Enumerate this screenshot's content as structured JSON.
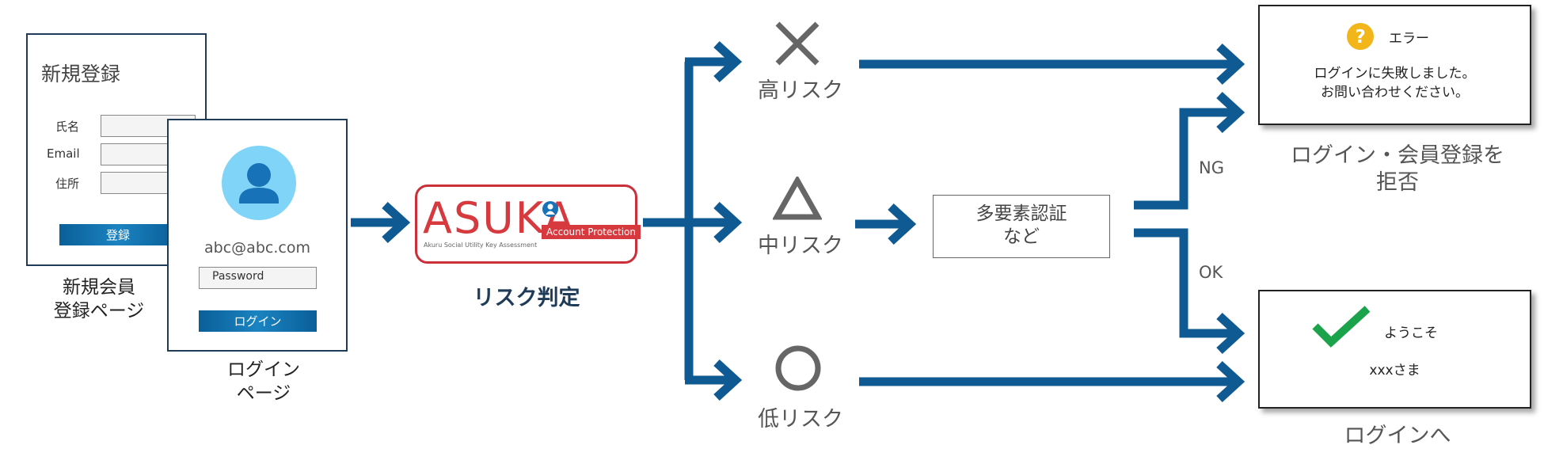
{
  "colors": {
    "arrow": "#0f5a92",
    "navy": "#1f3b57",
    "asuka_red": "#d63a3f",
    "risk_icon": "#666666",
    "check": "#1aa34a",
    "question": "#f2b51a"
  },
  "registration": {
    "title": "新規登録",
    "fields": [
      "氏名",
      "Email",
      "住所"
    ],
    "button_label": "登録",
    "caption": [
      "新規会員",
      "登録ページ"
    ]
  },
  "login": {
    "avatar_icon": "user-avatar-icon",
    "email": "abc@abc.com",
    "password_placeholder": "Password",
    "button_label": "ログイン",
    "caption": [
      "ログイン",
      "ページ"
    ]
  },
  "asuka": {
    "logo_text": "ASUKA",
    "badge_text": "Account Protection",
    "tagline": "Akuru Social Utility Key Assessment",
    "caption": "リスク判定"
  },
  "risks": {
    "high": {
      "icon": "cross-icon",
      "label": "高リスク"
    },
    "medium": {
      "icon": "triangle-icon",
      "label": "中リスク"
    },
    "low": {
      "icon": "circle-icon",
      "label": "低リスク"
    }
  },
  "mfa": {
    "lines": [
      "多要素認証",
      "など"
    ]
  },
  "branches": {
    "ng": "NG",
    "ok": "OK"
  },
  "error_box": {
    "icon": "question-icon",
    "title": "エラー",
    "lines": [
      "ログインに失敗しました。",
      "お問い合わせください。"
    ],
    "caption": [
      "ログイン・会員登録を",
      "拒否"
    ]
  },
  "success_box": {
    "icon": "checkmark-icon",
    "title": "ようこそ",
    "name": "xxxさま",
    "caption": "ログインへ"
  }
}
